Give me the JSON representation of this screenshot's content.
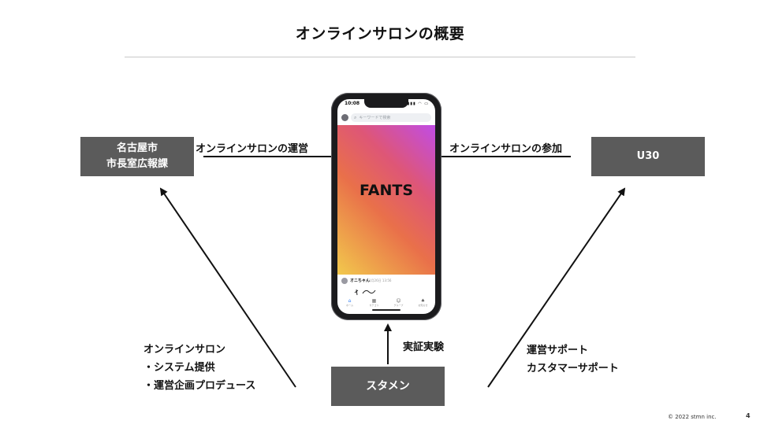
{
  "title": "オンラインサロンの概要",
  "boxes": {
    "left_line1": "名古屋市",
    "left_line2": "市長室広報課",
    "right": "U30",
    "bottom": "スタメン"
  },
  "labels": {
    "operate": "オンラインサロンの運営",
    "join": "オンラインサロンの参加",
    "trial": "実証実験"
  },
  "notes": {
    "left": [
      "オンラインサロン",
      "・システム提供",
      "・運営企画プロデュース"
    ],
    "right": [
      "運営サポート",
      "カスタマーサポート"
    ]
  },
  "phone": {
    "time": "10:08",
    "status_icons": "▮▮▮ ◠ ▭",
    "search_placeholder": "キーワードで検索",
    "banner_text": "FANTS",
    "post_author": "オニちゃん",
    "post_date": "1月26日 13:56",
    "tabs": [
      {
        "icon": "home-icon",
        "glyph": "⌂",
        "label": "ホーム"
      },
      {
        "icon": "grid-icon",
        "glyph": "▦",
        "label": "カテゴリ"
      },
      {
        "icon": "group-icon",
        "glyph": "☺",
        "label": "グループ"
      },
      {
        "icon": "bell-icon",
        "glyph": "♠",
        "label": "お知らせ"
      }
    ]
  },
  "footer": {
    "copyright": "© 2022 stmn inc.",
    "page": "4"
  }
}
